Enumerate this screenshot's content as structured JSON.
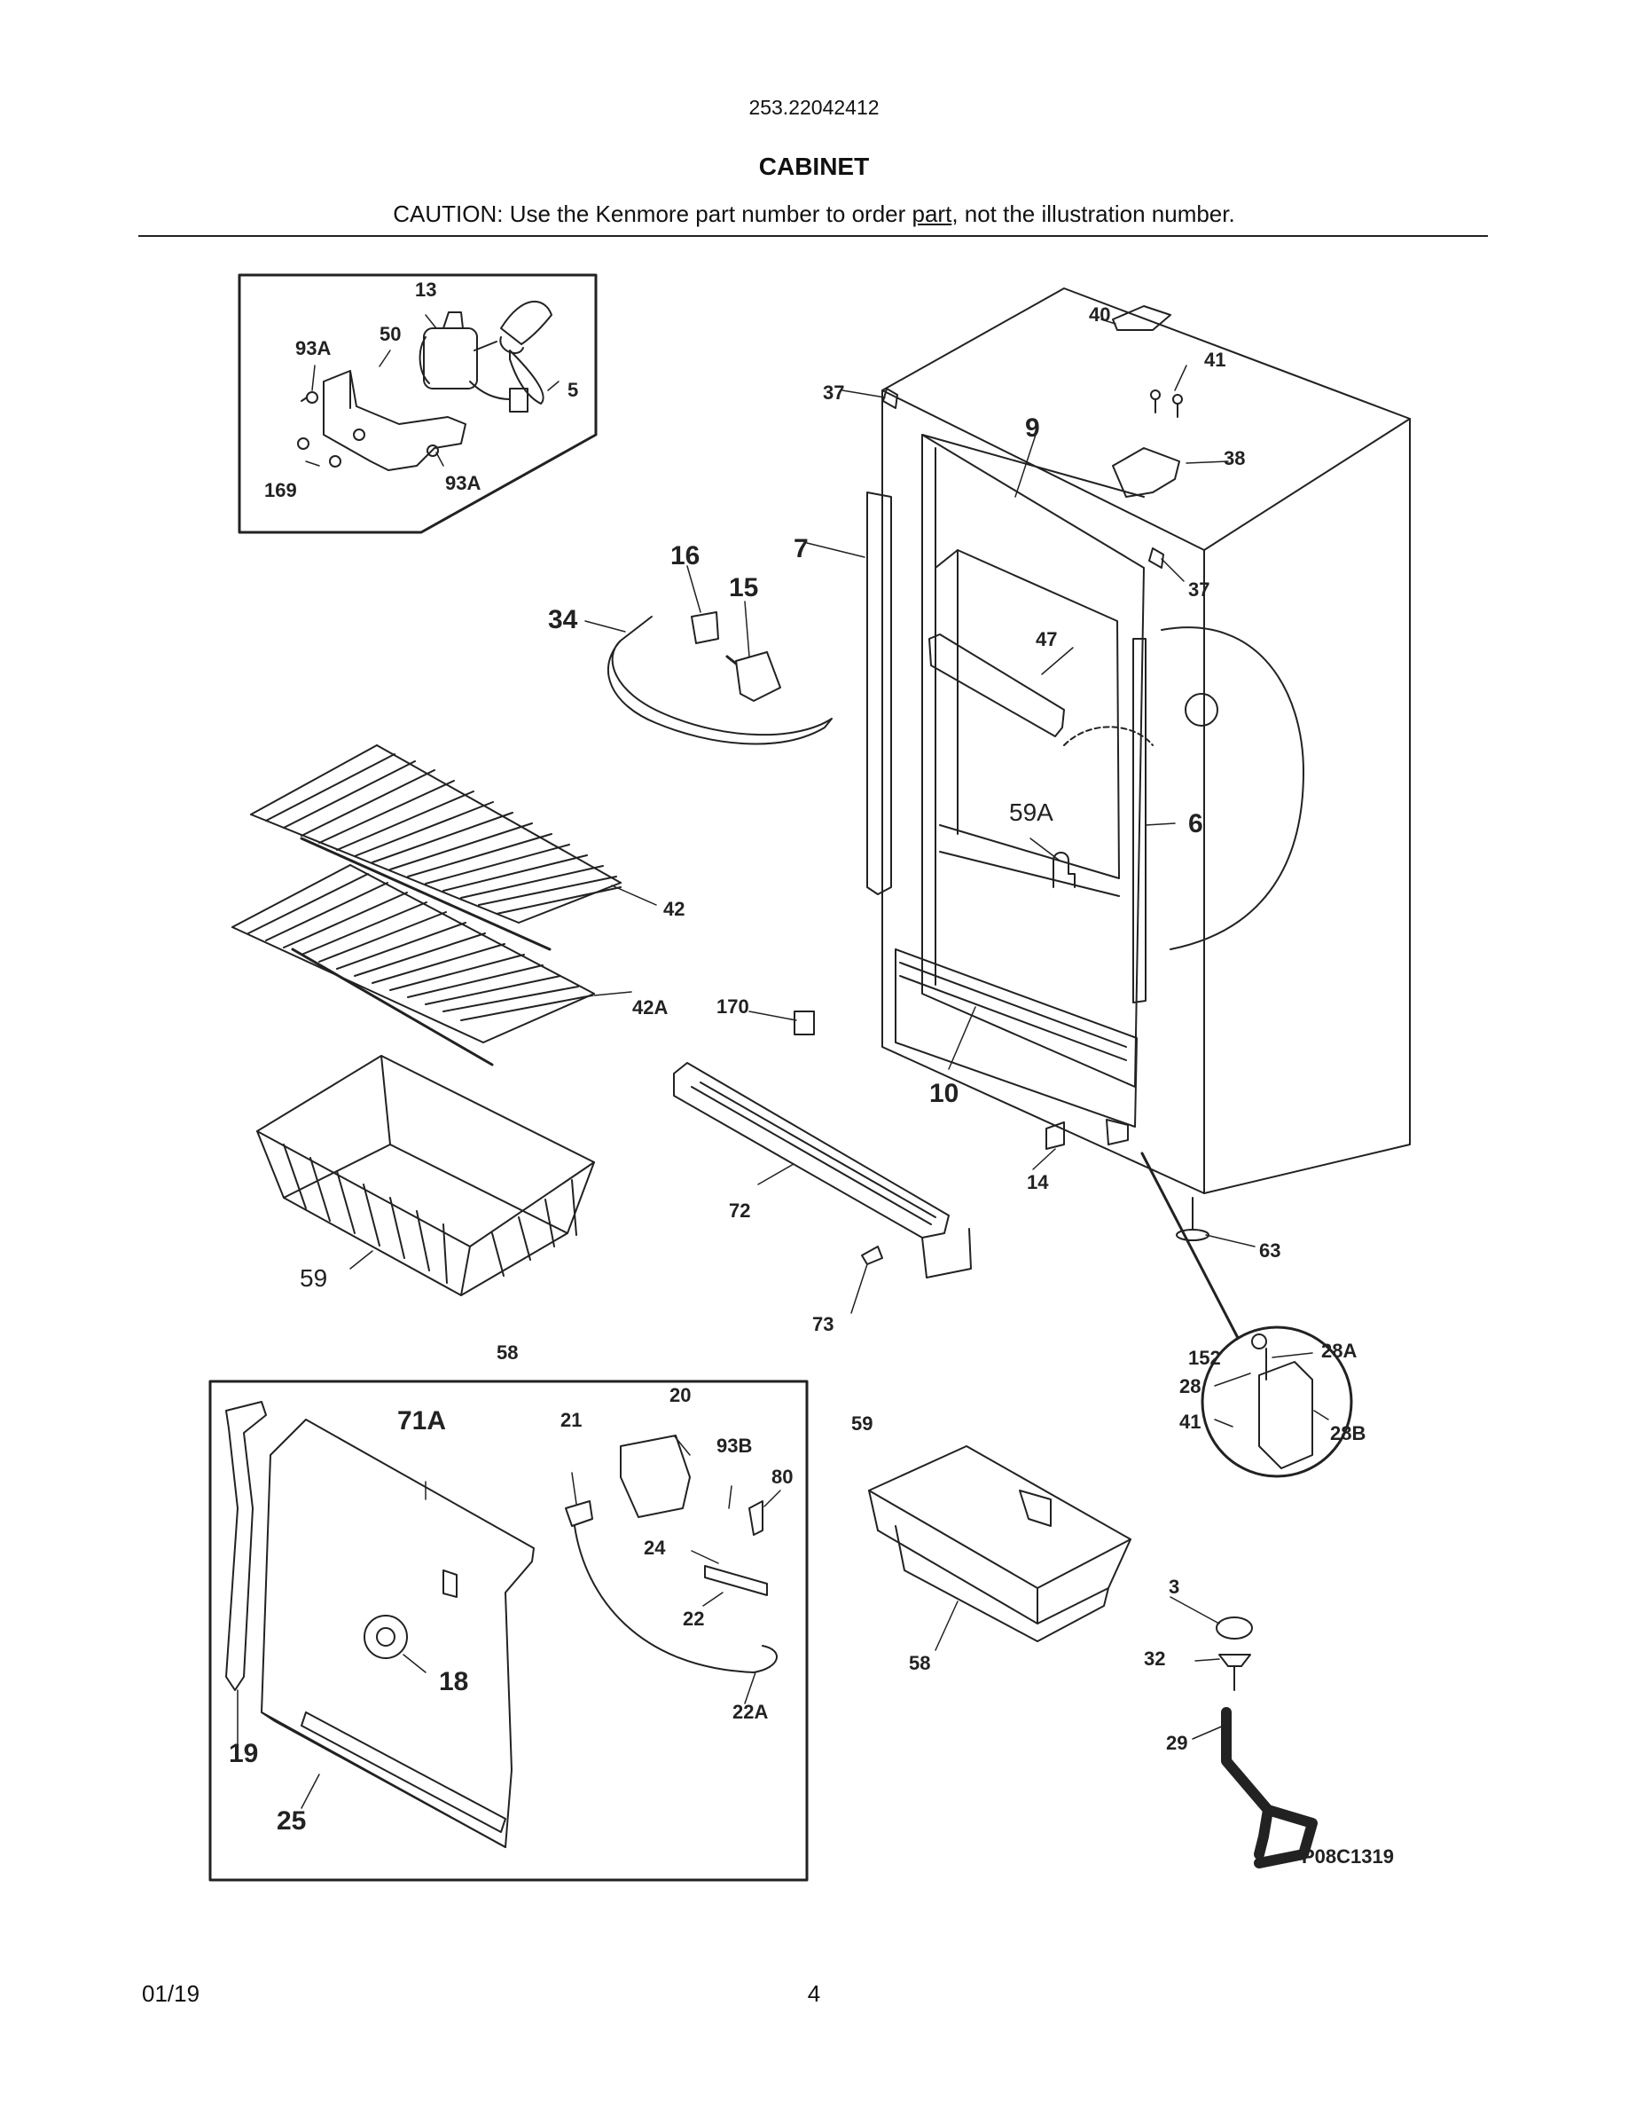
{
  "header": {
    "model_number": "253.22042412",
    "section_title": "CABINET",
    "caution_prefix": "CAUTION: Use the Kenmore part number to order ",
    "caution_link": "part",
    "caution_suffix": ", not the illustration number."
  },
  "callouts": {
    "c13": "13",
    "c50": "50",
    "c93A_top": "93A",
    "c5": "5",
    "c169": "169",
    "c93A_bot": "93A",
    "c40": "40",
    "c41": "41",
    "c37_top": "37",
    "c9": "9",
    "c38": "38",
    "c7": "7",
    "c16": "16",
    "c15": "15",
    "c34": "34",
    "c37_right": "37",
    "c47": "47",
    "c59A": "59A",
    "c6": "6",
    "c42": "42",
    "c42A": "42A",
    "c170": "170",
    "c10": "10",
    "c14": "14",
    "c72": "72",
    "c59_basket": "59",
    "c63": "63",
    "c73": "73",
    "c58_top": "58",
    "c152": "152",
    "c28A": "28A",
    "c28": "28",
    "c41_hinge": "41",
    "c28B": "28B",
    "c20": "20",
    "c71A": "71A",
    "c21": "21",
    "c93B": "93B",
    "c80": "80",
    "c24": "24",
    "c22": "22",
    "c18": "18",
    "c19": "19",
    "c22A": "22A",
    "c25": "25",
    "c59_right": "59",
    "c58_bot": "58",
    "c3": "3",
    "c32": "32",
    "c29": "29"
  },
  "diagram_code": "P08C1319",
  "footer": {
    "date": "01/19",
    "page_number": "4"
  }
}
